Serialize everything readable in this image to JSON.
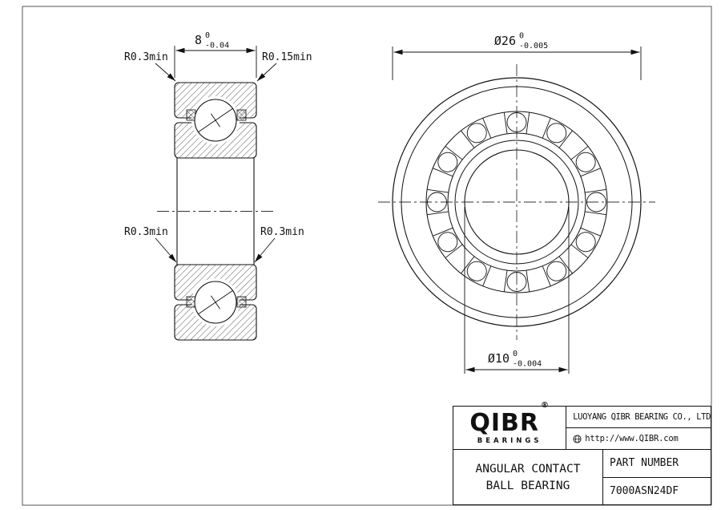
{
  "section_view": {
    "dim_width": {
      "value": "8",
      "tol_top": "0",
      "tol_bottom": "-0.04"
    },
    "labels": {
      "top_left": "R0.3min",
      "top_right": "R0.15min",
      "bottom_left": "R0.3min",
      "bottom_right": "R0.3min"
    }
  },
  "front_view": {
    "dim_outer_diameter": {
      "value": "Ø26",
      "tol_top": "0",
      "tol_bottom": "-0.005"
    },
    "dim_bore_diameter": {
      "value": "Ø10",
      "tol_top": "0",
      "tol_bottom": "-0.004"
    }
  },
  "title_block": {
    "logo_text": "QIBR",
    "logo_reg": "®",
    "logo_sub": "BEARINGS",
    "company": "LUOYANG QIBR BEARING CO., LTD",
    "website": "http://www.QIBR.com",
    "product_name_line1": "ANGULAR CONTACT",
    "product_name_line2": "BALL BEARING",
    "part_number_label": "PART NUMBER",
    "part_number": "7000ASN24DF"
  }
}
